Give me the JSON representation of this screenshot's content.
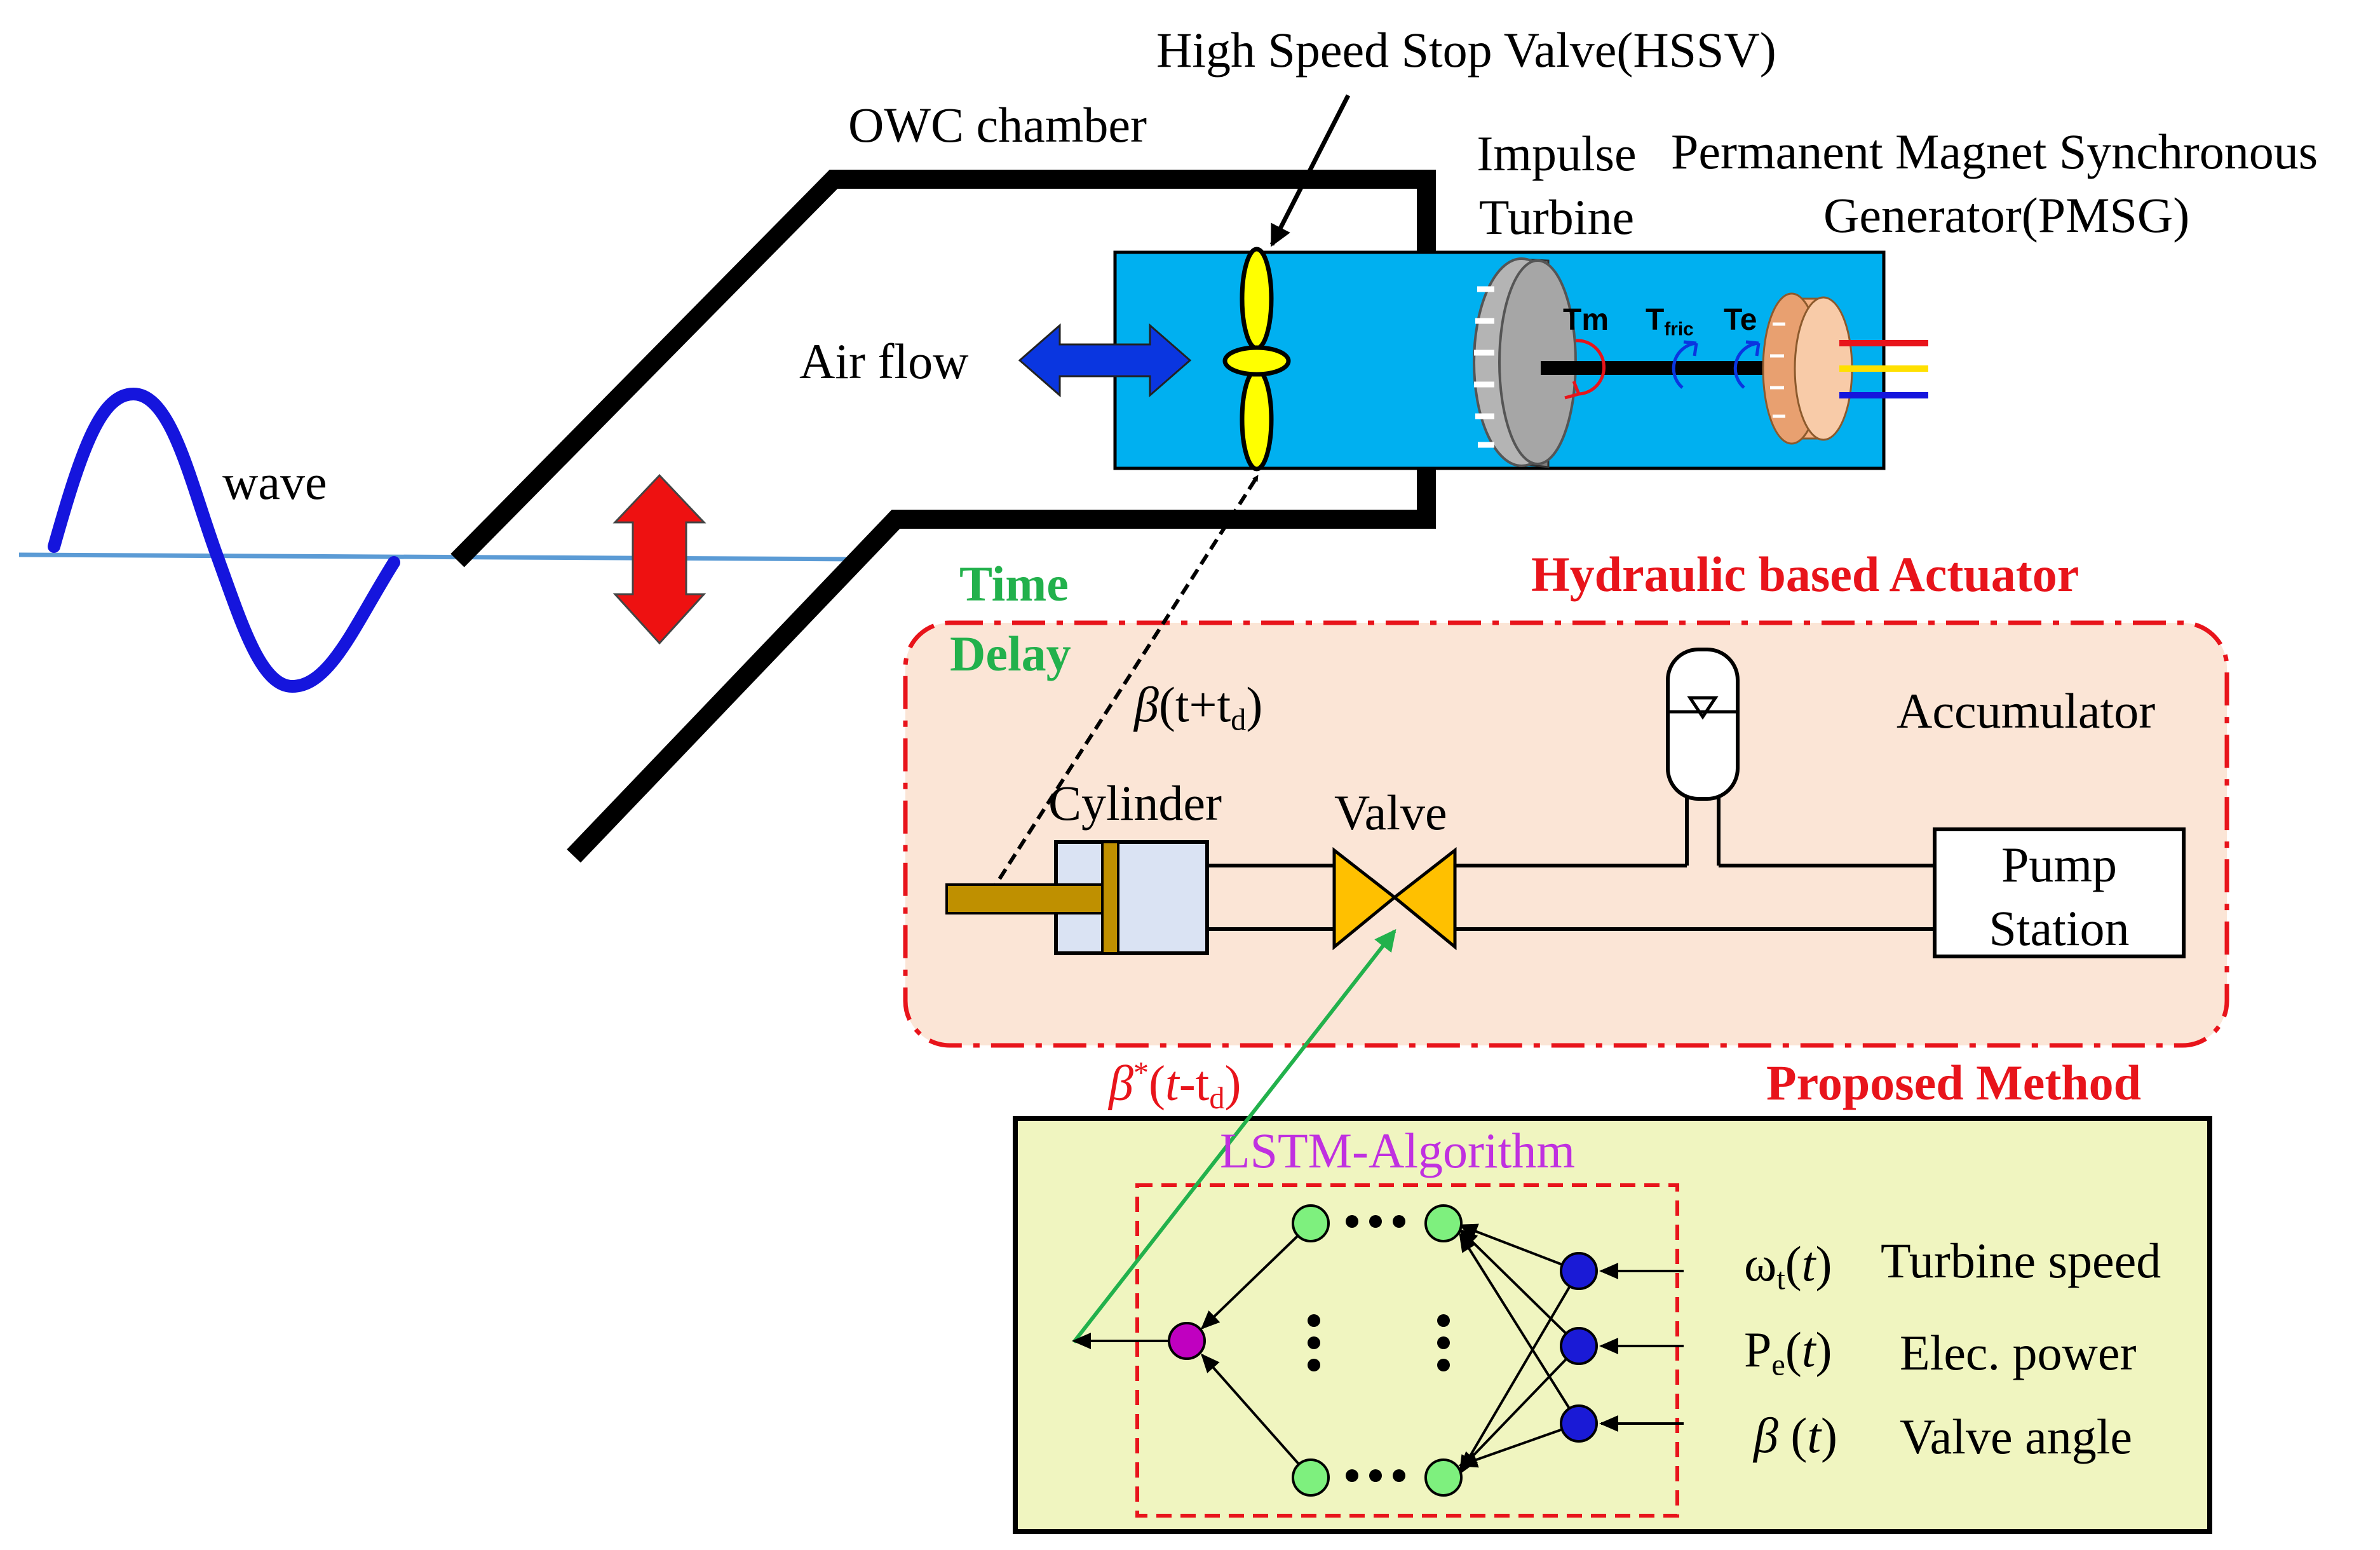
{
  "labels": {
    "hssv": "High Speed Stop Valve(HSSV)",
    "owc_chamber": "OWC chamber",
    "impulse_turbine_line1": "Impulse",
    "impulse_turbine_line2": "Turbine",
    "pmsg_line1": "Permanent Magnet Synchronous",
    "pmsg_line2": "Generator(PMSG)",
    "air_flow": "Air flow",
    "wave": "wave",
    "tm": "Tm",
    "tfric_main": "T",
    "tfric_sub": "fric",
    "te": "Te",
    "time_delay_line1": "Time",
    "time_delay_line2": "Delay",
    "hydraulic_actuator": "Hydraulic  based Actuator",
    "beta_future_main": "(t+t",
    "beta_future_sub": "d",
    "beta_future_close": ")",
    "accumulator": "Accumulator",
    "cylinder": "Cylinder",
    "valve": "Valve",
    "pump_station_line1": "Pump",
    "pump_station_line2": "Station",
    "beta_ref_star": "*",
    "beta_ref_t": "t",
    "beta_ref_mid": "-t",
    "beta_ref_sub": "d",
    "beta_ref_close": ")",
    "proposed_method": "Proposed Method",
    "lstm_algorithm": "LSTM-Algorithm",
    "beta_symbol": "β"
  },
  "inputs": [
    {
      "symbol": "ω",
      "sub": "t",
      "arg": "t",
      "name": "Turbine speed"
    },
    {
      "symbol": "P",
      "sub": "e",
      "arg": "t",
      "name": "Elec. power"
    },
    {
      "symbol": "β",
      "sub": "",
      "arg": "t",
      "name": "Valve angle"
    }
  ],
  "colors": {
    "wave": "#1515dd",
    "water": "#5b9bd5",
    "duct": "#00b0f0",
    "air_arrow": "#0a36e0",
    "motion_arrow": "#ee1111",
    "valve_blade": "#ffff00",
    "turbine": "#a6a6a6",
    "generator": "#f4b183",
    "actuator_bg": "#fbe5d6",
    "actuator_border": "#e8141b",
    "brass": "#bf9000",
    "valve_body": "#ffc000",
    "cylinder": "#dae3f3",
    "lstm_bg": "#f0f5c0",
    "node_hidden": "#7ef07e",
    "node_input": "#1a1ad6",
    "node_output": "#c000c0",
    "signal_line": "#22b14c"
  },
  "icons": [
    "sine-wave-icon",
    "double-arrow-icon",
    "butterfly-valve-icon",
    "turbine-icon",
    "generator-icon",
    "accumulator-icon",
    "gate-valve-icon",
    "neural-network-icon"
  ]
}
